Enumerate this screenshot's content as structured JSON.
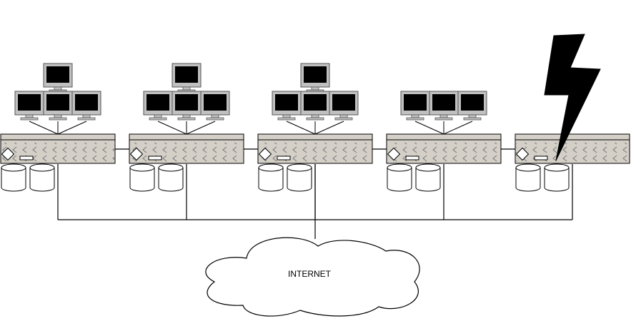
{
  "cloud": {
    "label": "INTERNET"
  },
  "colors": {
    "line": "#000000",
    "monitor_frame": "#c0c0c0",
    "screen": "#000000",
    "server_body": "#d4d0c8",
    "bolt": "#000000",
    "background": "#ffffff"
  },
  "icons": {
    "workstation": "monitor-icon",
    "server": "server-rack-icon",
    "storage": "disk-cylinder-icon",
    "fault": "lightning-bolt-icon",
    "network": "cloud-icon"
  },
  "clusters": [
    {
      "monitors": 4,
      "disks": 2
    },
    {
      "monitors": 4,
      "disks": 2
    },
    {
      "monitors": 4,
      "disks": 2
    },
    {
      "monitors": 3,
      "disks": 2
    },
    {
      "monitors": 0,
      "disks": 2,
      "fault": true
    }
  ]
}
